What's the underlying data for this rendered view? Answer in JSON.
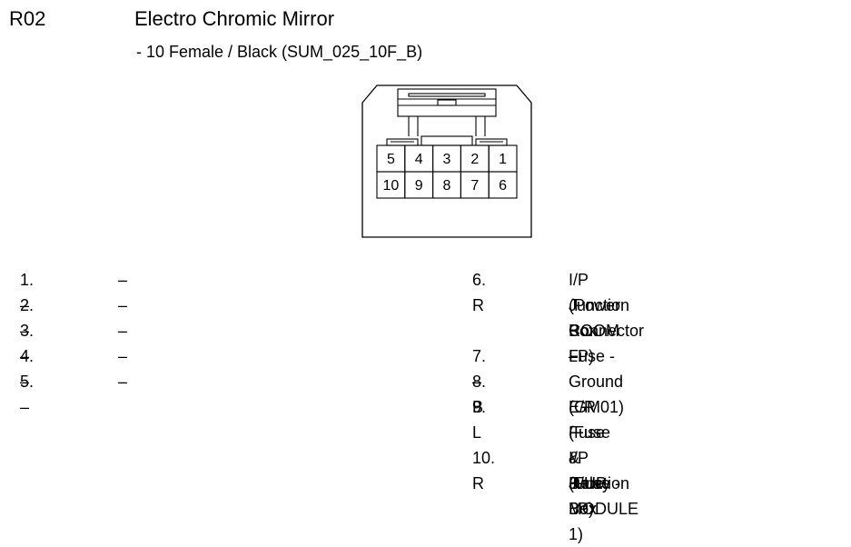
{
  "header": {
    "code": "R02",
    "title": "Electro Chromic Mirror",
    "subtitle": "- 10 Female / Black (SUM_025_10F_B)"
  },
  "connector": {
    "top_row": [
      "5",
      "4",
      "3",
      "2",
      "1"
    ],
    "bottom_row": [
      "10",
      "9",
      "8",
      "7",
      "6"
    ]
  },
  "pins_left": [
    {
      "label": "1. –",
      "desc": "–"
    },
    {
      "label": "2. –",
      "desc": "–"
    },
    {
      "label": "3. –",
      "desc": "–"
    },
    {
      "label": "4. –",
      "desc": "–"
    },
    {
      "label": "5. –",
      "desc": "–"
    }
  ],
  "pins_right": [
    {
      "label": "6. R",
      "desc": "I/P Junction Box"
    },
    {
      "label": "",
      "desc": "(Power Connector Fuse -"
    },
    {
      "label": "",
      "desc": "ROOM LP)"
    },
    {
      "label": "7. –",
      "desc": "–"
    },
    {
      "label": "8. B",
      "desc": "Ground (GM01)"
    },
    {
      "label": "9. L",
      "desc": "E/R Fuse & Relay Box"
    },
    {
      "label": "",
      "desc": "(Fuse - B/UP LP)"
    },
    {
      "label": "10. R",
      "desc": "I/P Junction Box"
    },
    {
      "label": "",
      "desc": "(Fuse - MODULE 1)"
    }
  ]
}
